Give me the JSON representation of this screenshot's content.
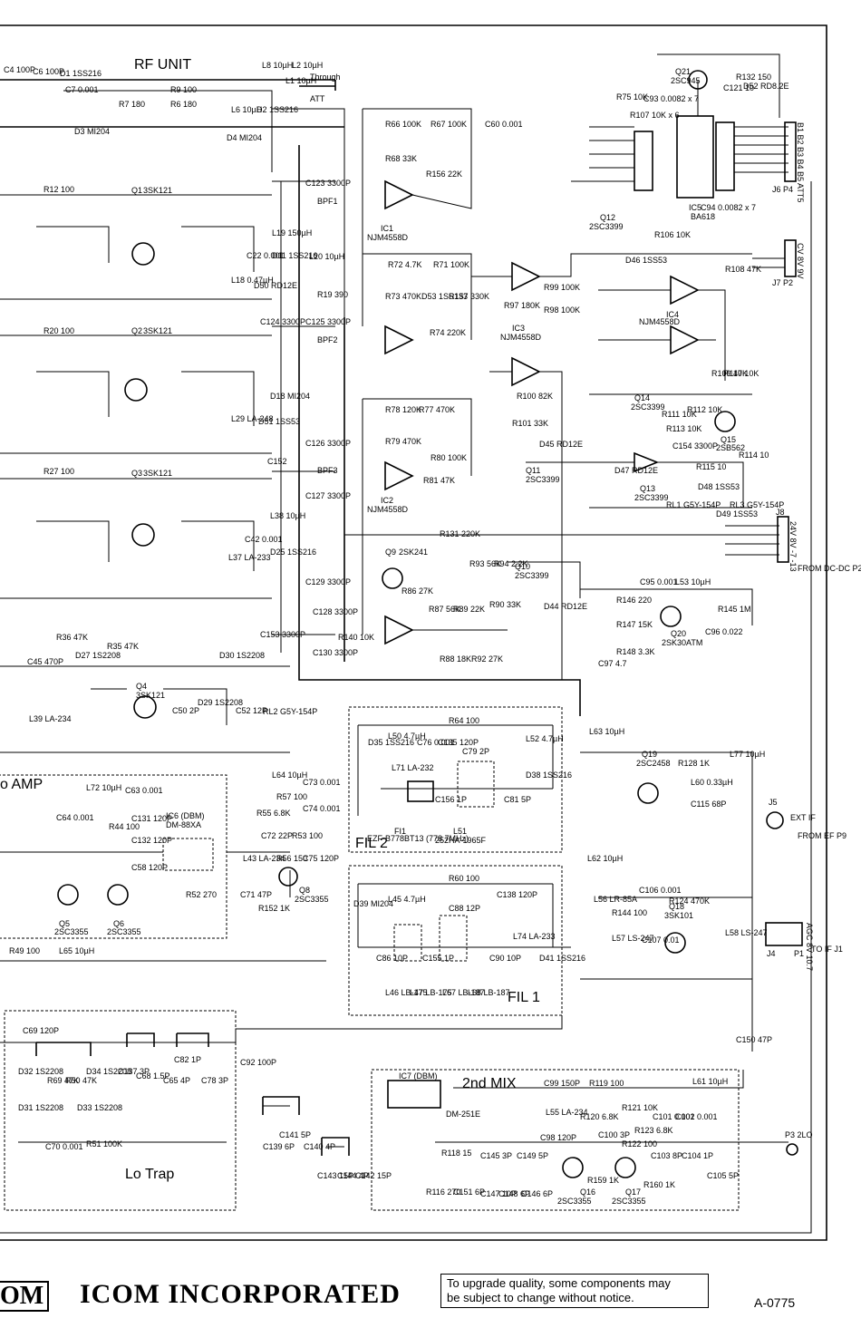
{
  "blocks": {
    "rf_unit": "RF UNIT",
    "amp": "o AMP",
    "fil2": "FIL 2",
    "fil1": "FIL 1",
    "lo_trap": "Lo Trap",
    "mix2": "2nd MIX"
  },
  "components": [
    {
      "ref": "IC1",
      "part": "NJM4558D"
    },
    {
      "ref": "IC2",
      "part": "NJM4558D"
    },
    {
      "ref": "IC3",
      "part": "NJM4558D"
    },
    {
      "ref": "IC4",
      "part": "NJM4558D"
    },
    {
      "ref": "IC5",
      "part": "BA618"
    },
    {
      "ref": "IC6 (DBM)",
      "part": "DM-88XA"
    },
    {
      "ref": "IC7 (DBM)",
      "part": "DM-251E"
    },
    {
      "ref": "Q1",
      "part": "3SK121"
    },
    {
      "ref": "Q2",
      "part": "3SK121"
    },
    {
      "ref": "Q3",
      "part": "3SK121"
    },
    {
      "ref": "Q4",
      "part": "3SK121"
    },
    {
      "ref": "Q5",
      "part": "2SC3355"
    },
    {
      "ref": "Q6",
      "part": "2SC3355"
    },
    {
      "ref": "Q8",
      "part": "2SC3355"
    },
    {
      "ref": "Q9",
      "part": "2SK241"
    },
    {
      "ref": "Q10",
      "part": "2SC3399"
    },
    {
      "ref": "Q11",
      "part": "2SC3399"
    },
    {
      "ref": "Q12",
      "part": "2SC3399"
    },
    {
      "ref": "Q13",
      "part": "2SC3399"
    },
    {
      "ref": "Q14",
      "part": "2SC3399"
    },
    {
      "ref": "Q15",
      "part": "2SB562"
    },
    {
      "ref": "Q16",
      "part": "2SC3355"
    },
    {
      "ref": "Q17",
      "part": "2SC3355"
    },
    {
      "ref": "Q18",
      "part": "3SK101"
    },
    {
      "ref": "Q19",
      "part": "2SC2458"
    },
    {
      "ref": "Q20",
      "part": "2SK30ATM"
    },
    {
      "ref": "Q21",
      "part": "2SC945"
    },
    {
      "ref": "FI1",
      "part": "EZF-B778BT13 (778.7MHz)"
    },
    {
      "ref": "L51",
      "part": "252HA-1965F"
    }
  ],
  "labels": {
    "d1": "D1 1SS216",
    "c6": "C6 100P",
    "c4": "C4 100P",
    "c7": "C7 0.001",
    "r7": "R7 180",
    "r9": "R9 100",
    "r6": "R6 180",
    "l8": "L8 10µH",
    "l2": "L2 10µH",
    "l1": "L1 10µH",
    "through": "Through",
    "att": "ATT",
    "d3": "D3 MI204",
    "d4": "D4 MI204",
    "d2": "D2 1SS216",
    "l6": "L6 10µH",
    "r12": "R12 100",
    "c123": "C123 3300P",
    "bpf1": "BPF1",
    "bpf2": "BPF2",
    "bpf3": "BPF3",
    "r20": "R20 100",
    "r27": "R27 100",
    "c124": "C124 3300P",
    "c125": "C125 3300P",
    "c126": "C126 3300P",
    "c152": "C152",
    "c127": "C127 3300P",
    "c129": "C129 3300P",
    "c128": "C128 3300P",
    "c153": "C153 3300P",
    "c130": "C130 3300P",
    "r140": "R140 10K",
    "d50": "D50 RD12E",
    "l20": "L20 10µH",
    "r19": "R19 390",
    "d11": "D11 1SS216",
    "l19": "L19 150µH",
    "c22": "C22 0.001",
    "l18": "L18 0.47µH",
    "d18": "D18 MI204",
    "l29": "L29 LA-248",
    "d51": "D51 1SS53",
    "d25": "D25 1SS216",
    "l37": "L37 LA-233",
    "c42": "C42 0.001",
    "l38": "L38 10µH",
    "d30": "D30 1S2208",
    "d29": "D29 1S2208",
    "c52": "C52 12P",
    "c50": "C50 2P",
    "rl2": "RL2 G5Y-154P",
    "c45": "C45 470P",
    "d27": "D27 1S2208",
    "r35": "R35 47K",
    "r36": "R36 47K",
    "l39": "L39 LA-234",
    "r66": "R66 100K",
    "r67": "R67 100K",
    "r68": "R68 33K",
    "r156": "R156 22K",
    "c60": "C60 0.001",
    "r72": "R72 4.7K",
    "r71": "R71 100K",
    "r73": "R73 470K",
    "d53": "D53 1SS133",
    "r157": "R157 330K",
    "r74": "R74 220K",
    "r78": "R78 120K",
    "r77": "R77 470K",
    "r79": "R79 470K",
    "r80": "R80 100K",
    "r81": "R81 47K",
    "r131": "R131 220K",
    "r97": "R97 180K",
    "r99": "R99 100K",
    "r98": "R98 100K",
    "r100": "R100 82K",
    "r101": "R101 33K",
    "d45": "D45 RD12E",
    "d46": "D46 1SS53",
    "r106": "R106 10K",
    "r107": "R107 10K x 6",
    "c93": "C93 0.0082 x 7",
    "c94": "C94 0.0082 x 7",
    "c121": "C121 10",
    "r132": "R132 150",
    "d52": "D52 RD8.2E",
    "r75": "R75 10K",
    "j6": "J6 P4",
    "j7": "J7 P2",
    "j8": "J8",
    "from_dcdc": "FROM DC-DC P2",
    "r108": "R108 47K",
    "r109": "R109 47K",
    "r110": "R110 10K",
    "r111": "R111 10K",
    "r112": "R112 10K",
    "r113": "R113 10K",
    "r114": "R114 10",
    "r115": "R115 10",
    "c154": "C154 3300P",
    "d47": "D47 RD12E",
    "d48": "D48 1SS53",
    "d49": "D49 1SS53",
    "rl1": "RL1 G5Y-154P",
    "rl3": "RL3 G5Y-154P",
    "r146": "R146 220",
    "c95": "C95 0.001",
    "l53": "L53 10µH",
    "r145": "R145 1M",
    "r147": "R147 15K",
    "r148": "R148 3.3K",
    "c97": "C97 4.7",
    "c96": "C96 0.022",
    "d44": "D44 RD12E",
    "r86": "R86 27K",
    "r87": "R87 56K",
    "r89": "R89 22K",
    "r90": "R90 33K",
    "r93": "R93 56K",
    "r94": "R94 2.2K",
    "r88": "R88 18K",
    "r92": "R92 27K",
    "r64": "R64 100",
    "d35": "D35 1SS216",
    "l50": "L50 4.7µH",
    "l71": "L71 LA-232",
    "c76": "C76 0.001",
    "c135": "C135 120P",
    "c79": "C79 2P",
    "l52": "L52 4.7µH",
    "d38": "D38 1SS216",
    "c81": "C81 5P",
    "c156": "C156 1P",
    "l63": "L63 10µH",
    "r60": "R60 100",
    "d39": "D39 MI204",
    "l45": "L45 4.7µH",
    "c88": "C88 12P",
    "c138": "C138 120P",
    "l74": "L74 LA-233",
    "c90": "C90 10P",
    "d41": "D41 1SS216",
    "c86": "C86 10P",
    "c155": "C155 1P",
    "l46": "L46 LB-175",
    "l47": "L47 LB-175",
    "l67": "L67 LB-187",
    "l68": "L68 LB-187",
    "l62": "L62 10µH",
    "r128": "R128 1K",
    "l77": "L77 10µH",
    "l60": "L60 0.33µH",
    "c115": "C115 68P",
    "j5": "J5",
    "ext_if": "EXT IF",
    "from_ef": "FROM EF P9",
    "c106": "C106 0.001",
    "r124": "R124 470K",
    "l56": "L56 LR-85A",
    "l57": "L57 LS-247",
    "l58": "L58 LS-247",
    "c107": "C107 0.01",
    "r144": "R144 100",
    "j4": "J4",
    "p1": "P1",
    "to_if": "TO IF J1",
    "c150": "C150 47P",
    "c72": "C72 22P",
    "l43": "L43 LA-234",
    "r55": "R55 6.8K",
    "r56": "R56 150",
    "c75": "C75 120P",
    "r57": "R57 100",
    "l64": "L64 10µH",
    "c73": "C73 0.001",
    "c74": "C74 0.001",
    "r53": "R53 100",
    "c71": "C71 47P",
    "r152": "R152 1K",
    "r52": "R52 270",
    "l72": "L72 10µH",
    "c63": "C63 0.001",
    "c64": "C64 0.001",
    "c131": "C131 120P",
    "c132": "C132 120P",
    "r44": "R44 100",
    "c58": "C58 120P",
    "l65": "L65 10µH",
    "r49": "R49 100",
    "c69": "C69 120P",
    "c82": "C82 1P",
    "c137": "C137 3P",
    "c68": "C68 1.5P",
    "c65": "C65 4P",
    "c78": "C78 3P",
    "r51": "R51 100K",
    "c70": "C70 0.001",
    "d32": "D32 1S2208",
    "d31": "D31 1S2208",
    "d33": "D33 1S2208",
    "d34": "D34 1S2208",
    "r69": "R69 47K",
    "r50": "R50 47K",
    "c92": "C92 100P",
    "c141": "C141 5P",
    "c139": "C139 6P",
    "c140": "C140 4P",
    "c143": "C143 15P",
    "c144": "C144 4P",
    "c142": "C142 15P",
    "c99": "C99 150P",
    "r119": "R119 100",
    "l61": "L61 10µH",
    "l55": "L55 LA-234",
    "c98": "C98 120P",
    "c100": "C100 3P",
    "r120": "R120 6.8K",
    "r121": "R121 10K",
    "r122": "R122 100",
    "r123": "R123 6.8K",
    "c101": "C101 0.001",
    "c102": "C102 0.001",
    "c103": "C103 8P",
    "c104": "C104 1P",
    "c105": "C105 5P",
    "r118": "R118 15",
    "r116": "R116 270",
    "c145": "C145 3P",
    "c149": "C149 5P",
    "c146": "C146 6P",
    "c148": "C148 6P",
    "c147": "C147 10P",
    "c151": "C151 6P",
    "r159": "R159 1K",
    "r160": "R160 1K",
    "p3": "P3 2LO",
    "pins_j6": "B1 B2 B3 B4 B5 ATT5",
    "pins_j7": "CV 8V 9V",
    "pins_j8": "24V 8V -7 -13",
    "pins_j4": "AGC 8V 10.7"
  },
  "footer": {
    "logo": "OM",
    "company": "ICOM INCORPORATED",
    "note_line1": "To upgrade quality, some components may",
    "note_line2": "be subject to change without notice.",
    "doc_number": "A-0775"
  }
}
